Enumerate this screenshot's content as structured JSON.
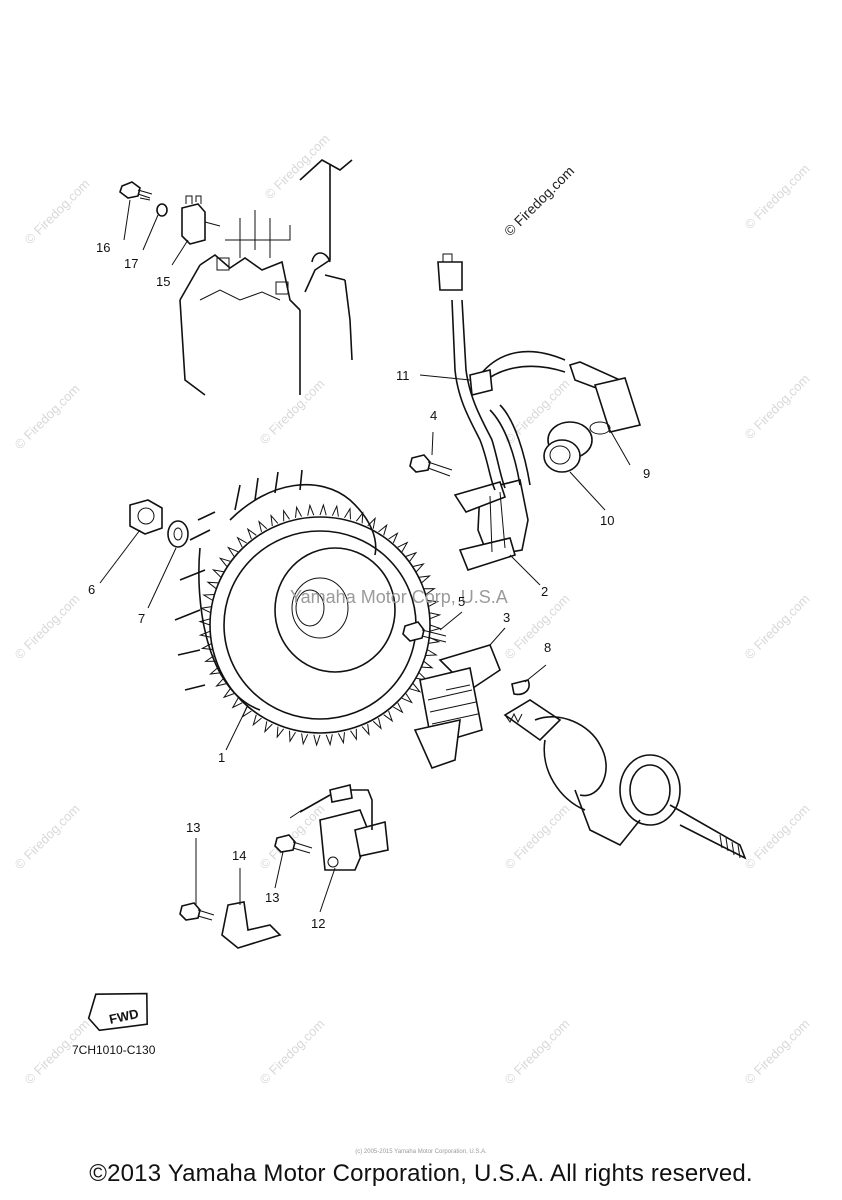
{
  "diagram": {
    "part_callouts": [
      "1",
      "2",
      "3",
      "4",
      "5",
      "6",
      "7",
      "8",
      "9",
      "10",
      "11",
      "12",
      "13",
      "13",
      "14",
      "15",
      "16",
      "17"
    ],
    "figure_code": "7CH1010-C130",
    "fwd_arrow_label": "FWD",
    "stamp": "© Firedog.com",
    "center_watermark": "Yamaha Motor Corp, U.S.A",
    "watermark": "© Firedog.com",
    "tiny_notice": "(c) 2005-2015 Yamaha Motor Corporation, U.S.A.",
    "copyright": "©2013 Yamaha Motor Corporation, U.S.A. All rights reserved."
  }
}
